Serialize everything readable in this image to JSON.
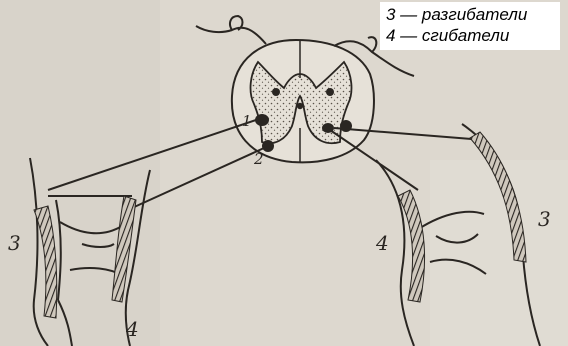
{
  "legend": {
    "item_3": "3 — разгибатели",
    "item_4": "4 — сгибатели"
  },
  "figure": {
    "labels": {
      "left_extensor": "3",
      "left_flexor": "4",
      "right_flexor": "4",
      "right_extensor": "3",
      "cord_1": "1",
      "cord_2": "2"
    }
  },
  "colors": {
    "paper": "#ddd8cf",
    "ink": "#2a2622",
    "legend_bg": "#ffffff",
    "legend_text": "#000000"
  }
}
